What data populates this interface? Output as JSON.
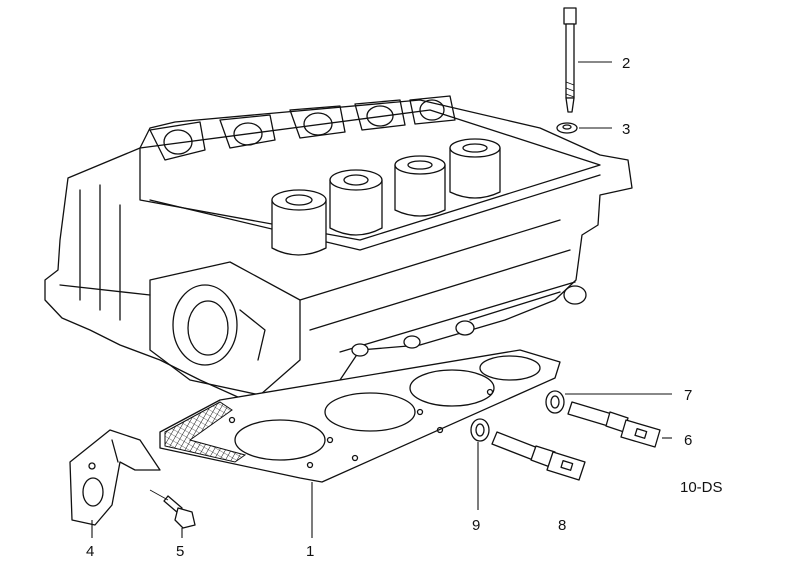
{
  "diagram": {
    "code": "10-DS",
    "callouts": {
      "c1": "1",
      "c2": "2",
      "c3": "3",
      "c4": "4",
      "c5": "5",
      "c6": "6",
      "c7": "7",
      "c8": "8",
      "c9": "9"
    }
  }
}
